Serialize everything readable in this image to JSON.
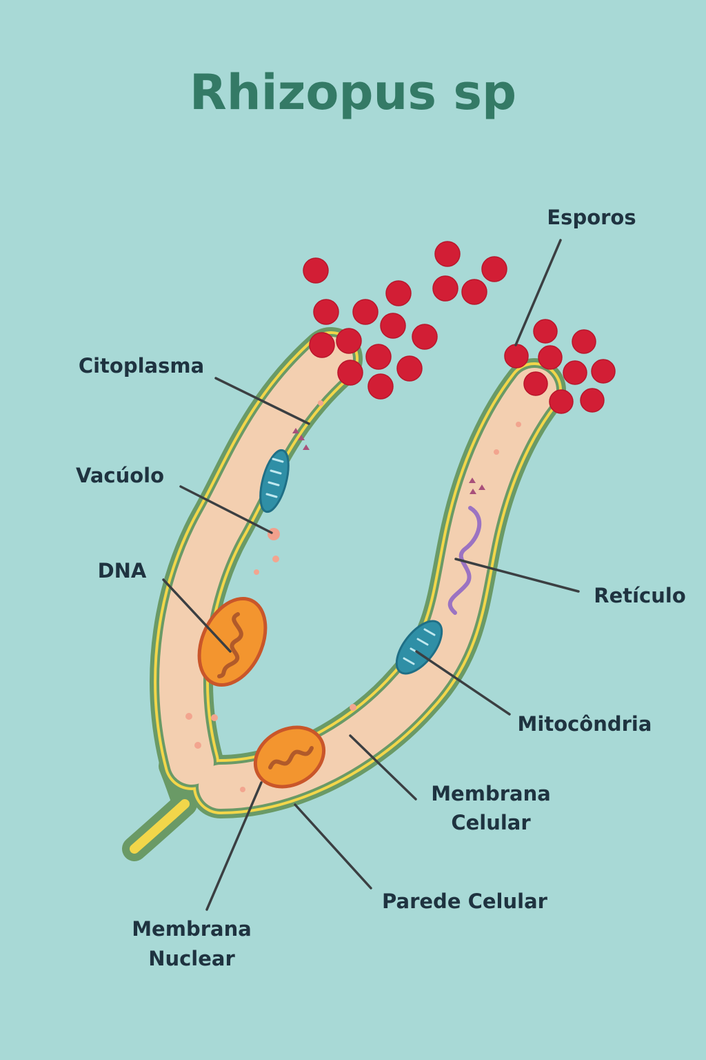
{
  "title": "Rhizopus sp",
  "labels": {
    "esporos": "Esporos",
    "citoplasma": "Citoplasma",
    "vacuolo": "Vacúolo",
    "dna": "DNA",
    "reticulo": "Retículo",
    "mitocondria": "Mitocôndria",
    "membrana_celular": [
      "Membrana",
      "Celular"
    ],
    "parede_celular": "Parede Celular",
    "membrana_nuclear": [
      "Membrana",
      "Nuclear"
    ]
  },
  "colors": {
    "background": "#a8d9d6",
    "title": "#347a66",
    "label_text": "#1f3340",
    "cell_wall": "#6a9a66",
    "cell_membrane": "#f2d64a",
    "cytoplasm": "#f3cfb0",
    "spore": "#d21e35",
    "nucleus": "#f3952f",
    "mitochondria": "#2f8fa6",
    "reticulum": "#9b73c2"
  }
}
